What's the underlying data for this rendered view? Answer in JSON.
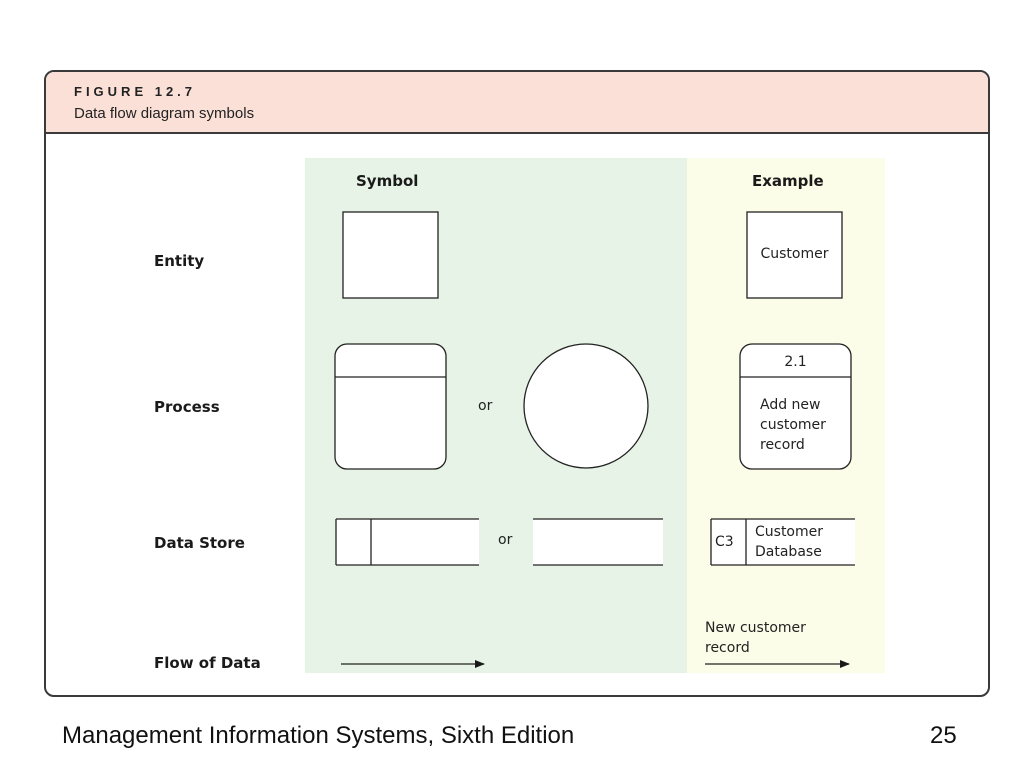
{
  "figure": {
    "label": "FIGURE 12.7",
    "caption": "Data flow diagram symbols"
  },
  "columns": {
    "symbol": "Symbol",
    "example": "Example"
  },
  "rows": {
    "entity": "Entity",
    "process": "Process",
    "data_store": "Data Store",
    "flow": "Flow of Data"
  },
  "or_text": "or",
  "examples": {
    "entity_name": "Customer",
    "process_id": "2.1",
    "process_line1": "Add new",
    "process_line2": "customer",
    "process_line3": "record",
    "store_id": "C3",
    "store_line1": "Customer",
    "store_line2": "Database",
    "flow_line1": "New customer",
    "flow_line2": "record"
  },
  "footer": {
    "title": "Management Information Systems, Sixth Edition",
    "page": "25"
  },
  "colors": {
    "header_bg": "#fbe0d8",
    "symbol_panel": "#e6f3e6",
    "example_panel": "#fcfde8"
  }
}
